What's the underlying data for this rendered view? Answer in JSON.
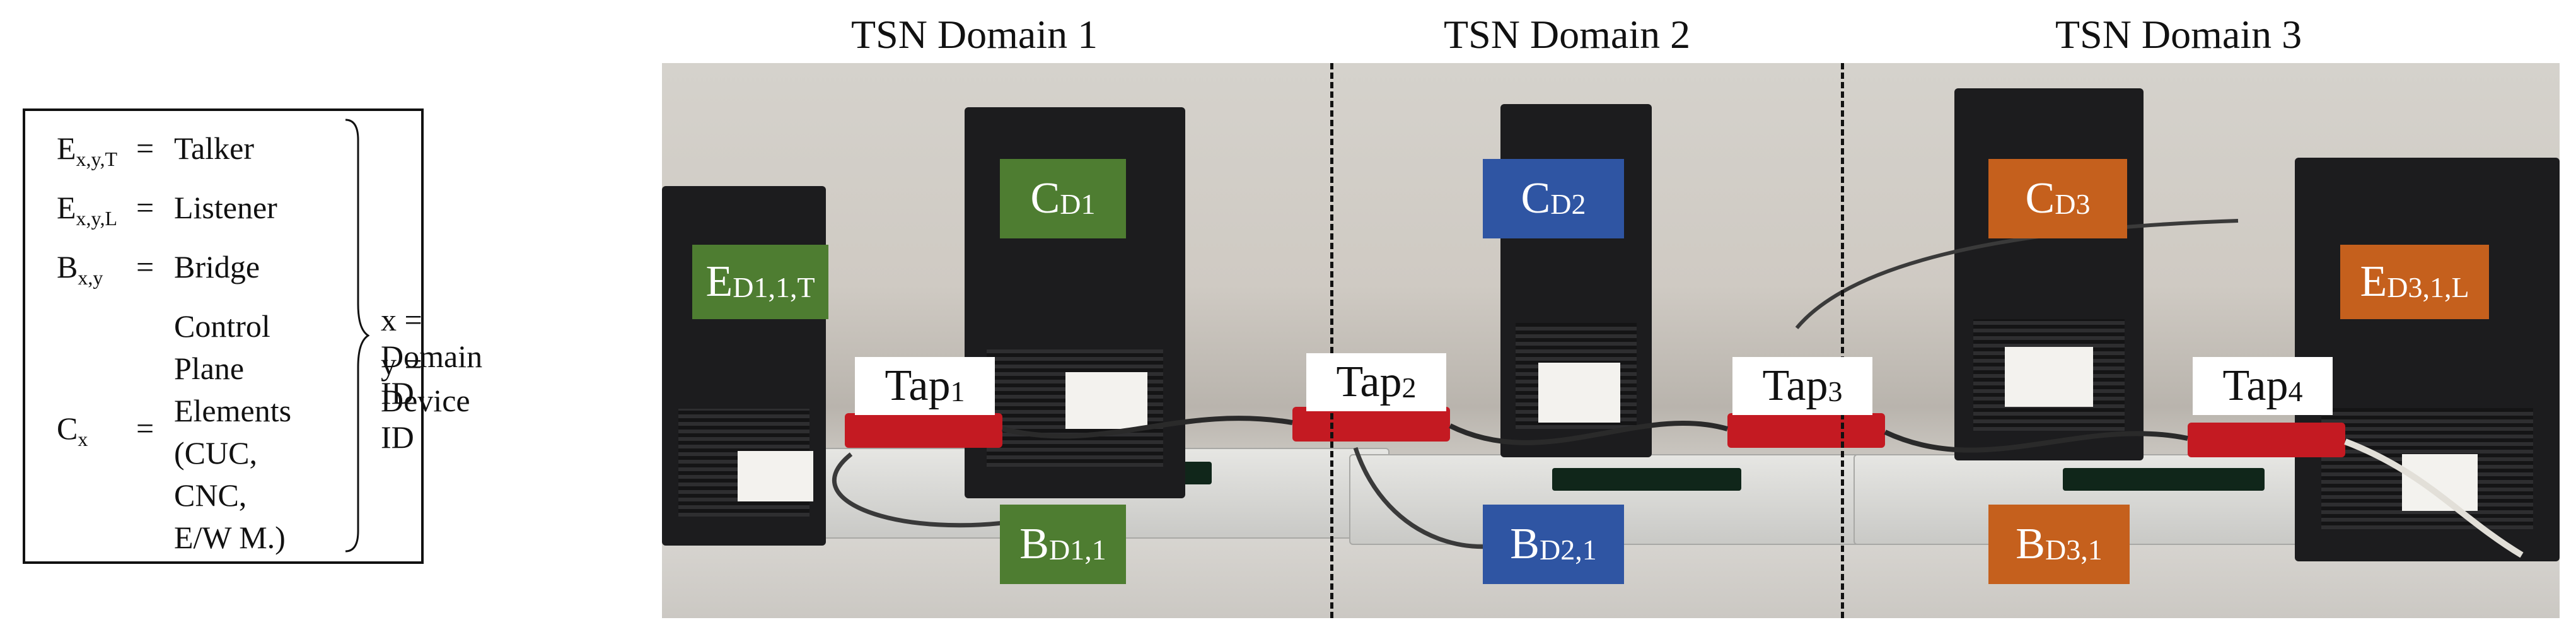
{
  "legend": {
    "talker_symbol": "E",
    "talker_sub": "x,y,T",
    "talker_value": "Talker",
    "listener_symbol": "E",
    "listener_sub": "x,y,L",
    "listener_value": "Listener",
    "bridge_symbol": "B",
    "bridge_sub": "x,y",
    "bridge_value": "Bridge",
    "control_symbol": "C",
    "control_sub": "x",
    "control_lines": [
      "Control",
      "Plane",
      "Elements",
      "(CUC,",
      "CNC,",
      "E/W M.)"
    ],
    "equals": "=",
    "domain_id": "x = Domain ID",
    "device_id": "y = Device ID"
  },
  "domains": [
    {
      "title": "TSN Domain 1"
    },
    {
      "title": "TSN Domain 2"
    },
    {
      "title": "TSN Domain 3"
    }
  ],
  "labels": {
    "e_d1": {
      "base": "E",
      "sub": "D1,1,T"
    },
    "c_d1": {
      "base": "C",
      "sub": "D1"
    },
    "b_d1": {
      "base": "B",
      "sub": "D1,1"
    },
    "c_d2": {
      "base": "C",
      "sub": "D2"
    },
    "b_d2": {
      "base": "B",
      "sub": "D2,1"
    },
    "c_d3": {
      "base": "C",
      "sub": "D3"
    },
    "b_d3": {
      "base": "B",
      "sub": "D3,1"
    },
    "e_d3": {
      "base": "E",
      "sub": "D3,1,L"
    }
  },
  "taps": [
    {
      "base": "Tap",
      "sub": "1"
    },
    {
      "base": "Tap",
      "sub": "2"
    },
    {
      "base": "Tap",
      "sub": "3"
    },
    {
      "base": "Tap",
      "sub": "4"
    }
  ],
  "colors": {
    "domain1": "#4e7d31",
    "domain2": "#2f55a3",
    "domain3": "#c5601d"
  }
}
